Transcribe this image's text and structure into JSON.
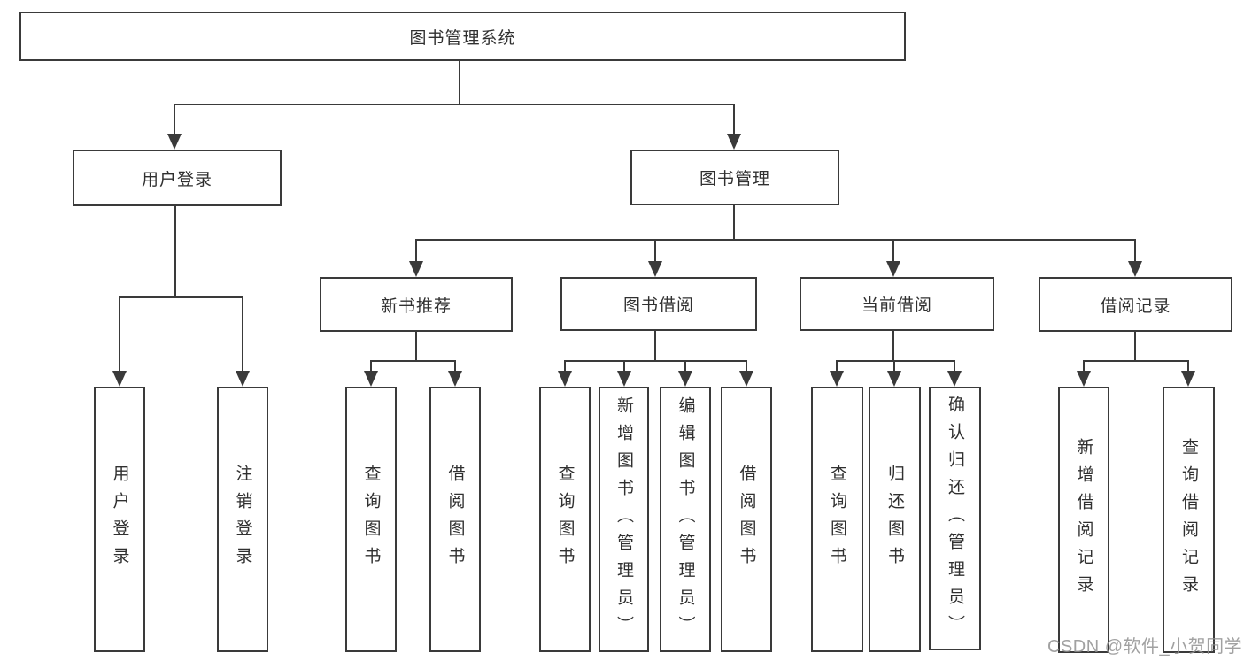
{
  "root": {
    "label": "图书管理系统"
  },
  "user_branch": {
    "label": "用户登录",
    "children": [
      {
        "label": "用户登录"
      },
      {
        "label": "注销登录"
      }
    ]
  },
  "book_branch": {
    "label": "图书管理",
    "sections": [
      {
        "label": "新书推荐",
        "children": [
          {
            "label": "查询图书"
          },
          {
            "label": "借阅图书"
          }
        ]
      },
      {
        "label": "图书借阅",
        "children": [
          {
            "label": "查询图书"
          },
          {
            "label": "新增图书（管理员）"
          },
          {
            "label": "编辑图书（管理员）"
          },
          {
            "label": "借阅图书"
          }
        ]
      },
      {
        "label": "当前借阅",
        "children": [
          {
            "label": "查询图书"
          },
          {
            "label": "归还图书"
          },
          {
            "label": "确认归还（管理员）"
          }
        ]
      },
      {
        "label": "借阅记录",
        "children": [
          {
            "label": "新增借阅记录"
          },
          {
            "label": "查询借阅记录"
          }
        ]
      }
    ]
  },
  "watermark": {
    "text": "CSDN @软件_小贺同学"
  },
  "colors": {
    "line": "#3a3a3a",
    "text": "#303030",
    "watermark": "#919191",
    "background": "#ffffff"
  }
}
